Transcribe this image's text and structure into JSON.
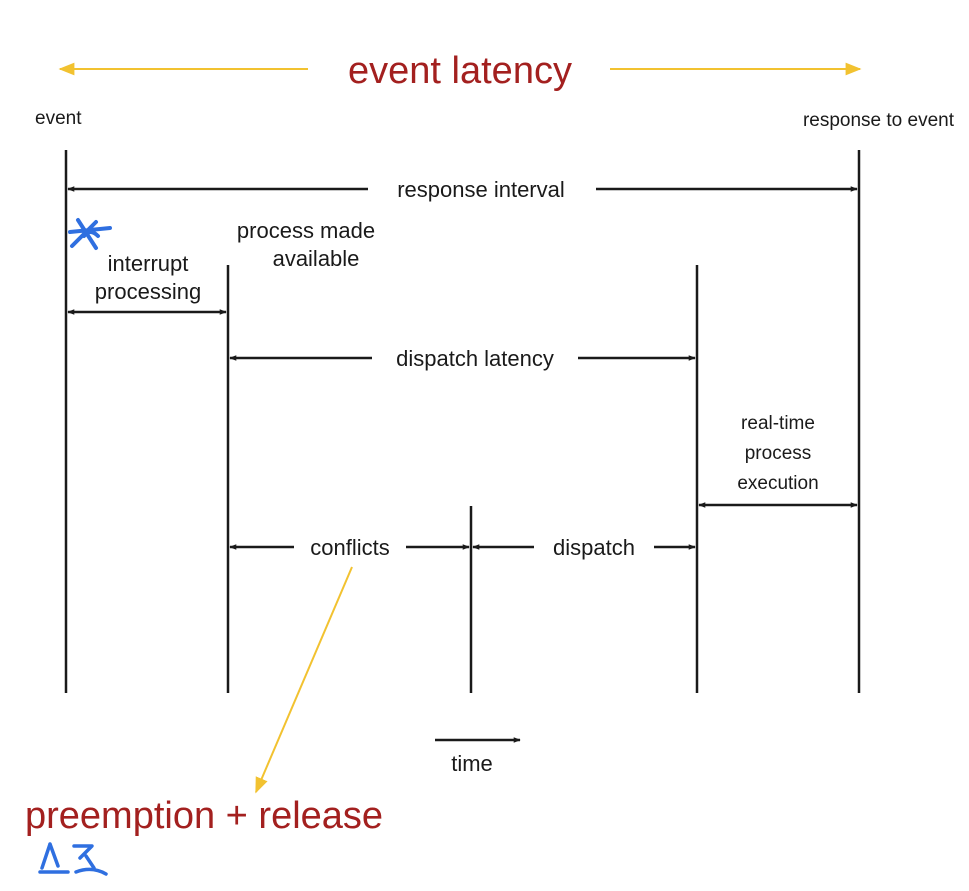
{
  "labels": {
    "event": "event",
    "response_to_event": "response to event",
    "response_interval": "response interval",
    "interrupt": "interrupt",
    "processing": "processing",
    "process_made": "process made",
    "available": "available",
    "dispatch_latency": "dispatch latency",
    "real_time": "real-time",
    "process": "process",
    "execution": "execution",
    "conflicts": "conflicts",
    "dispatch": "dispatch",
    "time": "time"
  },
  "annotations": {
    "event_latency": "event latency",
    "preemption_release": "preemption + release",
    "annotation_color": "#a3201f",
    "highlight_color": "#f2c230",
    "ink_color": "#2f6fe0"
  }
}
